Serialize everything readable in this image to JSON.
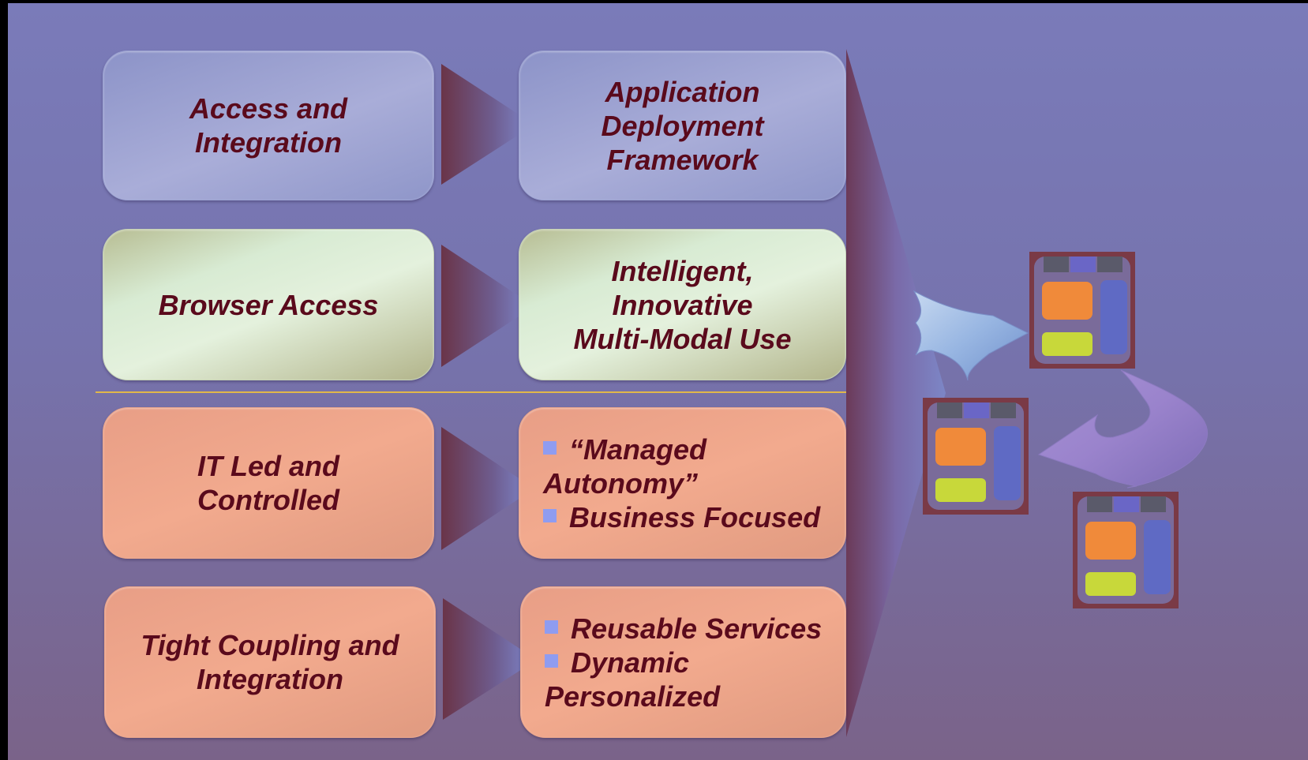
{
  "rows": [
    {
      "left": [
        "Access and",
        "Integration"
      ],
      "right": [
        "Application",
        "Deployment",
        "Framework"
      ],
      "style": "blue"
    },
    {
      "left": [
        "Browser Access"
      ],
      "right": [
        "Intelligent,",
        "Innovative",
        "Multi-Modal Use"
      ],
      "style": "green"
    },
    {
      "left": [
        "IT Led and",
        "Controlled"
      ],
      "right_bullets": [
        [
          "“Managed",
          "Autonomy”"
        ],
        [
          "Business Focused"
        ]
      ],
      "style": "salmon"
    },
    {
      "left": [
        "Tight Coupling and",
        "Integration"
      ],
      "right_bullets": [
        [
          "Reusable Services"
        ],
        [
          "Dynamic",
          "Personalized"
        ]
      ],
      "style": "salmon"
    }
  ],
  "colors": {
    "text": "#5a0a1c",
    "divider": "#e0b84a",
    "bullet": "#8f9cf0"
  },
  "icons": [
    "big-arrow-icon",
    "blue-arrow-icon",
    "purple-curved-arrow-icon",
    "app-window-icon"
  ]
}
